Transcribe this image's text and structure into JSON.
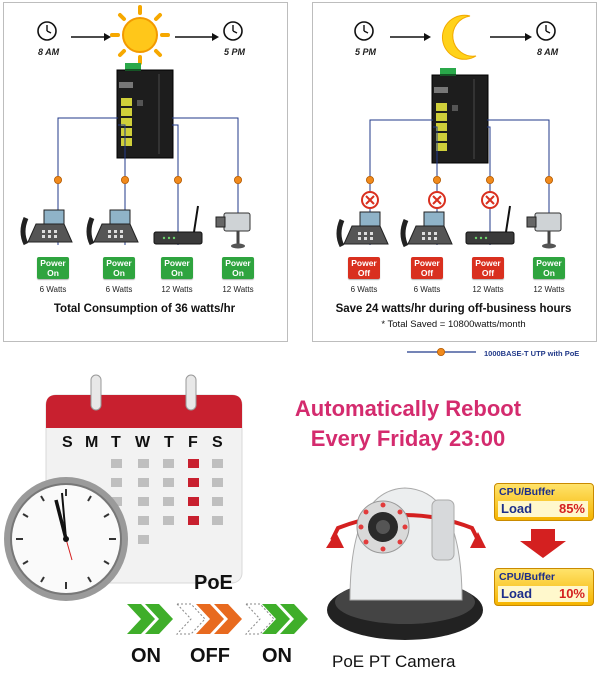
{
  "left_panel": {
    "start_time": "8 AM",
    "end_time": "5 PM",
    "devices": [
      {
        "name": "ip-phone",
        "status_line1": "Power",
        "status_line2": "On",
        "watts": "6 Watts"
      },
      {
        "name": "ip-phone",
        "status_line1": "Power",
        "status_line2": "On",
        "watts": "6 Watts"
      },
      {
        "name": "wireless-ap",
        "status_line1": "Power",
        "status_line2": "On",
        "watts": "12 Watts"
      },
      {
        "name": "ip-camera",
        "status_line1": "Power",
        "status_line2": "On",
        "watts": "12 Watts"
      }
    ],
    "caption": "Total Consumption of 36 watts/hr"
  },
  "right_panel": {
    "start_time": "5 PM",
    "end_time": "8 AM",
    "devices": [
      {
        "name": "ip-phone",
        "status_line1": "Power",
        "status_line2": "Off",
        "watts": "6 Watts"
      },
      {
        "name": "ip-phone",
        "status_line1": "Power",
        "status_line2": "Off",
        "watts": "6 Watts"
      },
      {
        "name": "wireless-ap",
        "status_line1": "Power",
        "status_line2": "Off",
        "watts": "12 Watts"
      },
      {
        "name": "ip-camera",
        "status_line1": "Power",
        "status_line2": "On",
        "watts": "12 Watts"
      }
    ],
    "caption": "Save 24 watts/hr during off-business hours",
    "subcaption": "* Total Saved = 10800watts/month"
  },
  "legend": {
    "label": "1000BASE-T UTP with PoE"
  },
  "reboot": {
    "title_line1": "Automatically Reboot",
    "title_line2": "Every Friday 23:00",
    "weekdays": [
      "S",
      "M",
      "T",
      "W",
      "T",
      "F",
      "S"
    ],
    "poe_label": "PoE",
    "states": [
      "ON",
      "OFF",
      "ON"
    ],
    "camera_label": "PoE PT Camera"
  },
  "cpu": {
    "before": {
      "title": "CPU/Buffer",
      "load_label": "Load",
      "percent": "85%"
    },
    "after": {
      "title": "CPU/Buffer",
      "load_label": "Load",
      "percent": "10%"
    }
  },
  "colors": {
    "on": "#2fa43f",
    "off": "#d9301f",
    "accent_pink": "#d42b6e",
    "line_blue": "#223a8a",
    "port_orange": "#f08a1c"
  }
}
